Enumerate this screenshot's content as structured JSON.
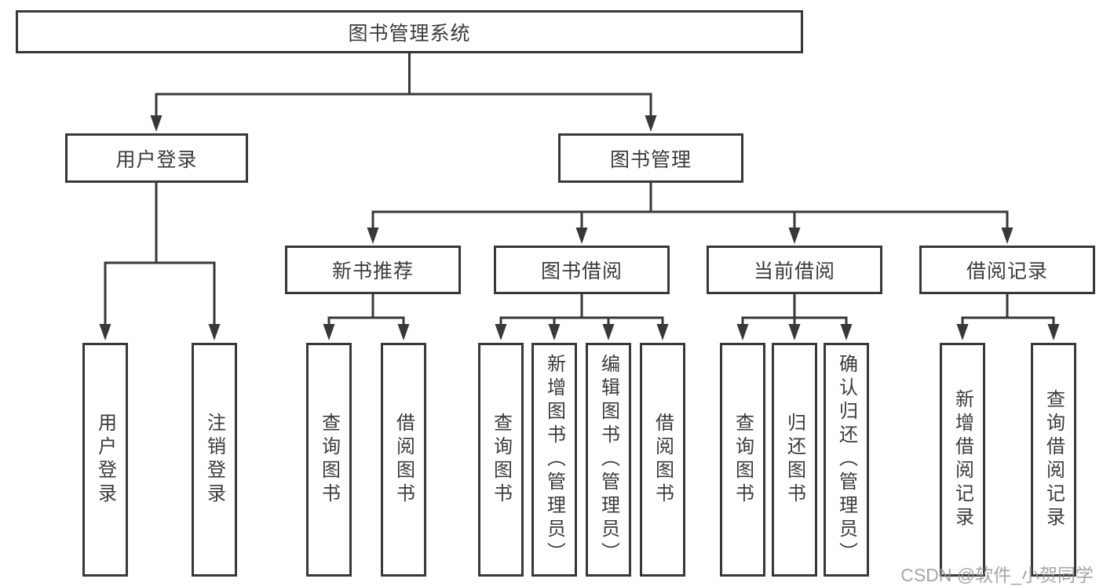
{
  "colors": {
    "line": "#383838",
    "text": "#3b3b3b",
    "background": "#ffffff",
    "watermark": "#969696"
  },
  "watermark": {
    "text": "CSDN @软件_小贺同学"
  },
  "tree": {
    "root": {
      "label": "图书管理系统"
    },
    "branches": [
      {
        "label": "用户登录",
        "children": [
          {
            "label": "用户登录"
          },
          {
            "label": "注销登录"
          }
        ]
      },
      {
        "label": "图书管理",
        "children": [
          {
            "label": "新书推荐",
            "children": [
              {
                "label": "查询图书"
              },
              {
                "label": "借阅图书"
              }
            ]
          },
          {
            "label": "图书借阅",
            "children": [
              {
                "label": "查询图书"
              },
              {
                "label": "新增图书（管理员）"
              },
              {
                "label": "编辑图书（管理员）"
              },
              {
                "label": "借阅图书"
              }
            ]
          },
          {
            "label": "当前借阅",
            "children": [
              {
                "label": "查询图书"
              },
              {
                "label": "归还图书"
              },
              {
                "label": "确认归还（管理员）"
              }
            ]
          },
          {
            "label": "借阅记录",
            "children": [
              {
                "label": "新增借阅记录"
              },
              {
                "label": "查询借阅记录"
              }
            ]
          }
        ]
      }
    ]
  }
}
